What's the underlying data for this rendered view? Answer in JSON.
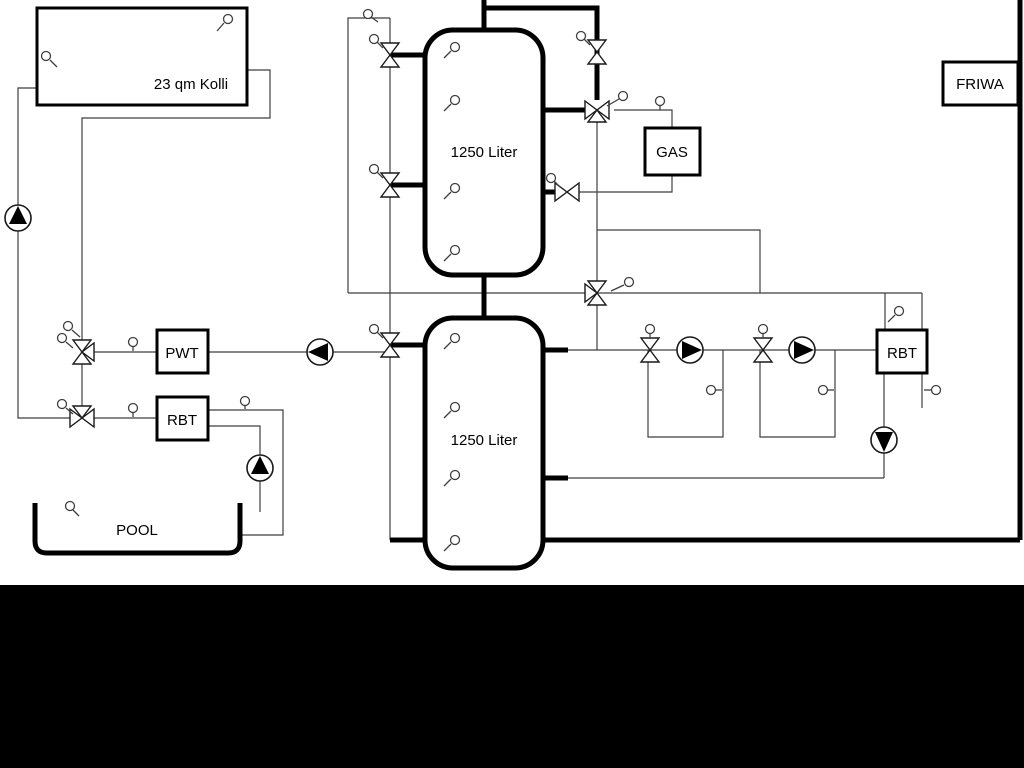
{
  "diagram": {
    "collector": {
      "label": "23 qm Kolli"
    },
    "buffer_tank_top": {
      "label": "1250 Liter"
    },
    "buffer_tank_bottom": {
      "label": "1250 Liter"
    },
    "gas_boiler": {
      "label": "GAS"
    },
    "friwa_station": {
      "label": "FRIWA"
    },
    "pwt_exchanger": {
      "label": "PWT"
    },
    "rbt_left": {
      "label": "RBT"
    },
    "rbt_right": {
      "label": "RBT"
    },
    "pool": {
      "label": "POOL"
    },
    "colors": {
      "pipe_thick": "#000000",
      "pipe_thin": "#3f3f3f",
      "background": "#ffffff",
      "footer_bar": "#000000"
    }
  }
}
